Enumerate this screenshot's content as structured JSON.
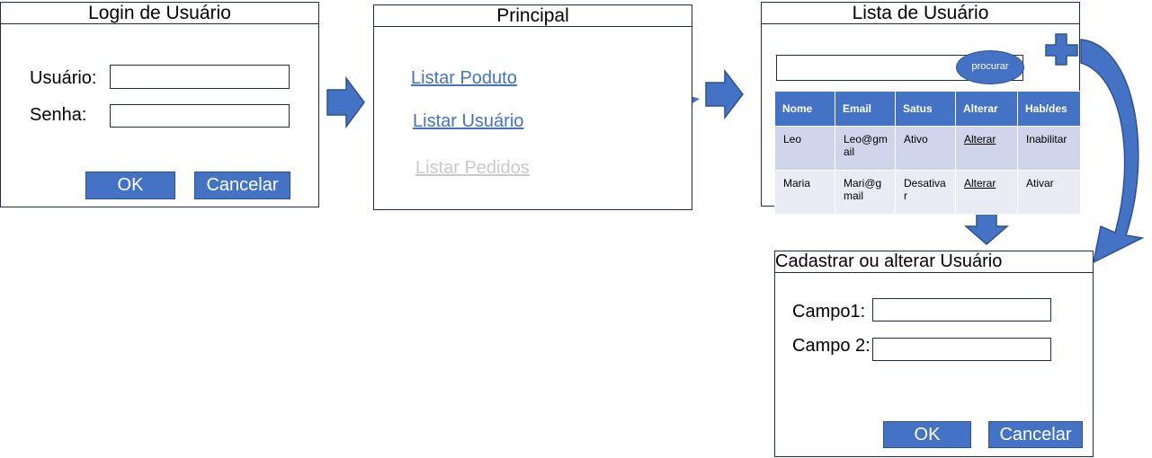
{
  "login": {
    "title": "Login de Usuário",
    "user_label": "Usuário:",
    "password_label": "Senha:",
    "ok_label": "OK",
    "cancel_label": "Cancelar"
  },
  "principal": {
    "title": "Principal",
    "links": [
      "Listar Poduto",
      "Listar Usuário",
      "Listar Pedidos"
    ]
  },
  "lista": {
    "title": "Lista de Usuário",
    "search_label": "procurar",
    "headers": [
      "Nome",
      "Email",
      "Satus",
      "Alterar",
      "Hab/des"
    ],
    "rows": [
      [
        "Leo",
        "Leo@gmail",
        "Ativo",
        "Alterar",
        "Inabilitar"
      ],
      [
        "Maria",
        "Mari@gmail",
        "Desativar",
        "Alterar",
        "Ativar"
      ]
    ]
  },
  "cadastro": {
    "title": "Cadastrar ou alterar Usuário",
    "field1_label": "Campo1:",
    "field2_label": "Campo 2:",
    "ok_label": "OK",
    "cancel_label": "Cancelar"
  },
  "colors": {
    "accent": "#4472c4",
    "border": "#1f2a55",
    "row_odd": "#cfd5ea",
    "row_even": "#e9ebf5",
    "disabled_link": "#c9c9c9"
  }
}
